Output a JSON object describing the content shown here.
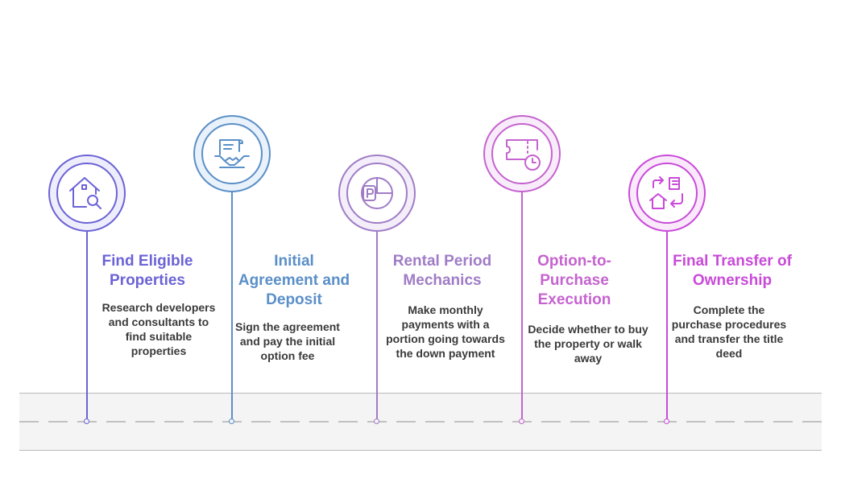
{
  "steps": [
    {
      "title": "Find Eligible Properties",
      "description": "Research developers and consultants to find suitable properties",
      "icon": "house-search-icon",
      "color": "#6b63d6"
    },
    {
      "title": "Initial Agreement and Deposit",
      "description": "Sign the agreement and pay the initial option fee",
      "icon": "contract-handshake-icon",
      "color": "#5a8fc8"
    },
    {
      "title": "Rental Period Mechanics",
      "description": "Make monthly payments with a portion going towards the down payment",
      "icon": "parking-pie-chart-icon",
      "color": "#a07cc6"
    },
    {
      "title": "Option-to-Purchase Execution",
      "description": "Decide whether to buy the property or walk away",
      "icon": "ticket-clock-icon",
      "color": "#c563cf"
    },
    {
      "title": "Final Transfer of Ownership",
      "description": "Complete the purchase procedures and transfer the title deed",
      "icon": "home-transfer-icon",
      "color": "#c94ad9"
    }
  ]
}
